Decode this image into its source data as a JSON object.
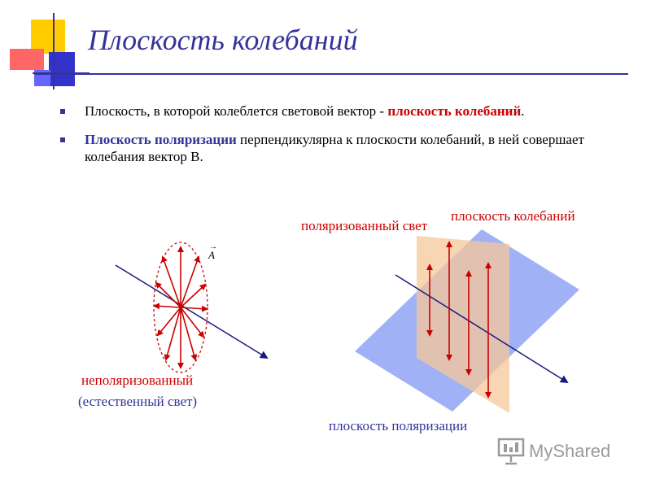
{
  "slide": {
    "title": "Плоскость колебаний",
    "bullets": [
      {
        "pre": "Плоскость, в которой колеблется световой вектор - ",
        "highlight": "плоскость колебаний",
        "post": "."
      },
      {
        "pre": "",
        "highlight": "Плоскость поляризации",
        "post": " перпендикулярна к плоскости колебаний, в ней совершает колебания вектор В."
      }
    ]
  },
  "diagram": {
    "left": {
      "vector_label": "A",
      "caption_line1": "неполяризованный",
      "caption_line2": "(естественный свет)"
    },
    "right": {
      "label_polarized": "поляризованный свет",
      "label_oscillation_plane": "плоскость колебаний",
      "label_polarization_plane": "плоскость поляризации"
    }
  },
  "watermark": {
    "text": "MyShared"
  },
  "colors": {
    "title": "#333399",
    "red": "#cc0000",
    "blue_plane": "#8fa3f5",
    "orange_plane": "#f7c89a"
  }
}
